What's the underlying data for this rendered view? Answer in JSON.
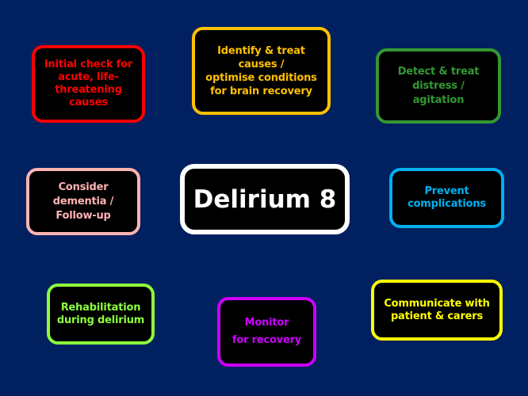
{
  "center": {
    "label": "Delirium 8",
    "color": "#ffffff"
  },
  "nodes": [
    {
      "label": "Initial check for\nacute, life-\nthreatening\ncauses",
      "color": "#ff0000"
    },
    {
      "label": "Identify & treat\ncauses /\noptimise conditions\nfor brain recovery",
      "color": "#ffc000"
    },
    {
      "label": "Detect & treat\ndistress /\nagitation",
      "color": "#339933"
    },
    {
      "label": "Consider\ndementia /\nFollow-up",
      "color": "#ffb3b3"
    },
    {
      "label": "Prevent\ncomplications",
      "color": "#00b0f0"
    },
    {
      "label": "Rehabilitation\nduring delirium",
      "color": "#8cff3c"
    },
    {
      "label": "Monitor\nfor recovery",
      "color": "#cc00ff"
    },
    {
      "label": "Communicate with\npatient & carers",
      "color": "#ffff00"
    }
  ],
  "background": "#002060"
}
